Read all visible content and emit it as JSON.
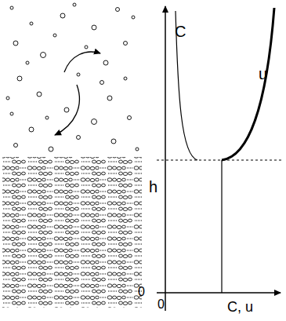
{
  "diagram": {
    "labels": [
      "C",
      "u",
      "h",
      "0",
      "0",
      "C, u"
    ]
  }
}
